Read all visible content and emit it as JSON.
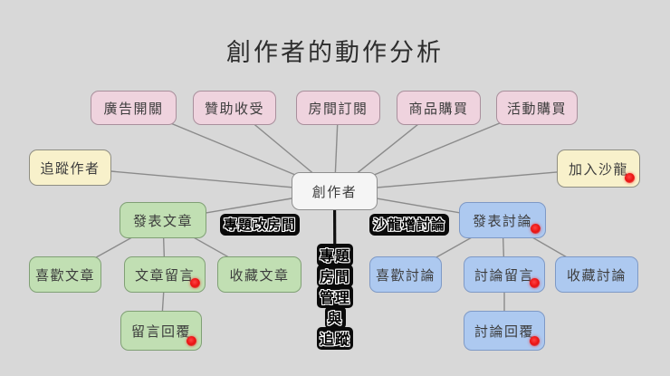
{
  "title": "創作者的動作分析",
  "colors": {
    "background": "#d8d8d8",
    "pink_fill": "#efd3de",
    "yellow_fill": "#f8f1cb",
    "green_fill": "#c1dfb3",
    "blue_fill": "#adc9f0",
    "center_fill": "#f5f5f5",
    "connector_line": "#8b8b8b",
    "red_dot": "#e81111",
    "annotation_bg": "#0a0a0a"
  },
  "nodes": {
    "creator": {
      "label": "創作者",
      "red_dot": false
    },
    "ad_toggle": {
      "label": "廣告開關",
      "red_dot": false
    },
    "sponsor_receive": {
      "label": "贊助收受",
      "red_dot": false
    },
    "room_subscribe": {
      "label": "房間訂閱",
      "red_dot": false
    },
    "product_purchase": {
      "label": "商品購買",
      "red_dot": false
    },
    "event_purchase": {
      "label": "活動購買",
      "red_dot": false
    },
    "follow_author": {
      "label": "追蹤作者",
      "red_dot": false
    },
    "join_salon": {
      "label": "加入沙龍",
      "red_dot": true
    },
    "publish_article": {
      "label": "發表文章",
      "red_dot": false
    },
    "like_article": {
      "label": "喜歡文章",
      "red_dot": false
    },
    "article_comment": {
      "label": "文章留言",
      "red_dot": true
    },
    "collect_article": {
      "label": "收藏文章",
      "red_dot": false
    },
    "comment_reply": {
      "label": "留言回覆",
      "red_dot": true
    },
    "publish_discussion": {
      "label": "發表討論",
      "red_dot": true
    },
    "like_discussion": {
      "label": "喜歡討論",
      "red_dot": false
    },
    "discussion_comment": {
      "label": "討論留言",
      "red_dot": true
    },
    "collect_discussion": {
      "label": "收藏討論",
      "red_dot": false
    },
    "discussion_reply": {
      "label": "討論回覆",
      "red_dot": true
    }
  },
  "annotations": {
    "topic_change_room": "專題改房間",
    "salon_add_discussion": "沙龍增討論",
    "vertical_label": {
      "full_text": "專題房間管理與追蹤",
      "lines": [
        "專題",
        "房間",
        "管理",
        "與",
        "追蹤"
      ]
    }
  },
  "edges": [
    {
      "from": "creator",
      "to": "ad_toggle"
    },
    {
      "from": "creator",
      "to": "sponsor_receive"
    },
    {
      "from": "creator",
      "to": "room_subscribe"
    },
    {
      "from": "creator",
      "to": "product_purchase"
    },
    {
      "from": "creator",
      "to": "event_purchase"
    },
    {
      "from": "creator",
      "to": "follow_author"
    },
    {
      "from": "creator",
      "to": "join_salon"
    },
    {
      "from": "creator",
      "to": "publish_article"
    },
    {
      "from": "creator",
      "to": "publish_discussion"
    },
    {
      "from": "creator",
      "to": "vertical_label",
      "style": "thick"
    },
    {
      "from": "publish_article",
      "to": "like_article"
    },
    {
      "from": "publish_article",
      "to": "article_comment"
    },
    {
      "from": "publish_article",
      "to": "collect_article"
    },
    {
      "from": "article_comment",
      "to": "comment_reply"
    },
    {
      "from": "publish_discussion",
      "to": "like_discussion"
    },
    {
      "from": "publish_discussion",
      "to": "discussion_comment"
    },
    {
      "from": "publish_discussion",
      "to": "collect_discussion"
    },
    {
      "from": "discussion_comment",
      "to": "discussion_reply"
    }
  ]
}
